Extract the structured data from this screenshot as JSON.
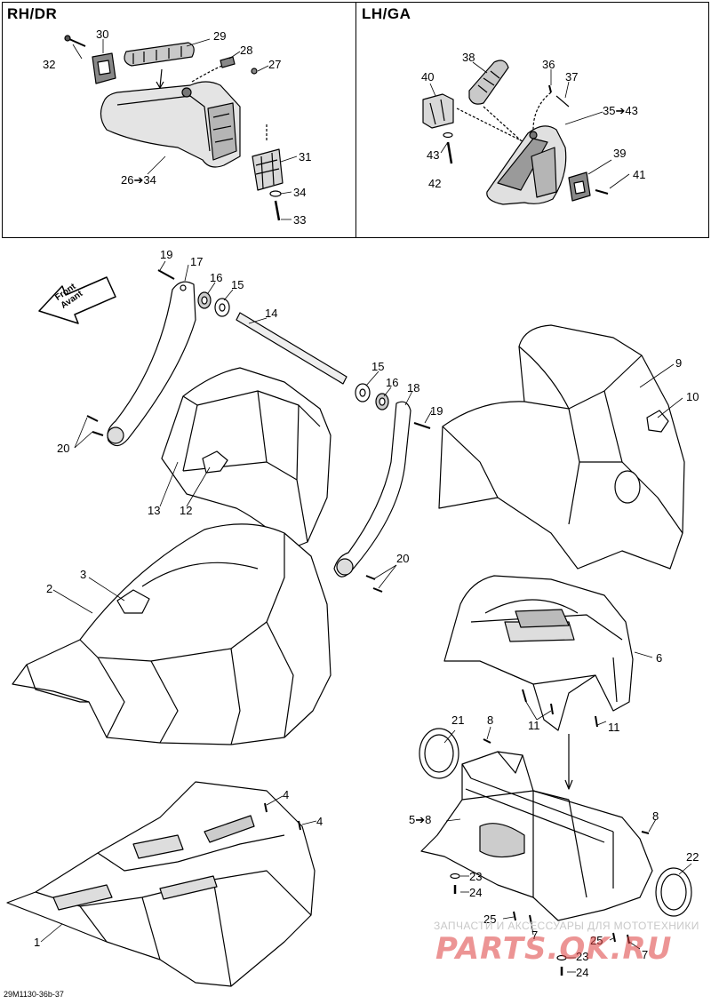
{
  "panels": {
    "rh": {
      "title": "RH/DR"
    },
    "lh": {
      "title": "LH/GA"
    }
  },
  "front_label": {
    "line1": "Front",
    "line2": "Avant"
  },
  "diagram_code": "29M1130-36b-37",
  "watermark": {
    "text": "ЗАПЧАСТИ И АКСЕССУАРЫ ДЛЯ МОТОТЕХНИКИ",
    "brand": "PARTS.OK.RU"
  },
  "callouts": [
    {
      "id": "30",
      "text": "30"
    },
    {
      "id": "29",
      "text": "29"
    },
    {
      "id": "32",
      "text": "32"
    },
    {
      "id": "28",
      "text": "28"
    },
    {
      "id": "27",
      "text": "27"
    },
    {
      "id": "31",
      "text": "31"
    },
    {
      "id": "26_34",
      "text": "26➔34"
    },
    {
      "id": "34",
      "text": "34"
    },
    {
      "id": "33",
      "text": "33"
    },
    {
      "id": "38",
      "text": "38"
    },
    {
      "id": "36",
      "text": "36"
    },
    {
      "id": "37",
      "text": "37"
    },
    {
      "id": "40",
      "text": "40"
    },
    {
      "id": "35_43",
      "text": "35➔43"
    },
    {
      "id": "43",
      "text": "43"
    },
    {
      "id": "39",
      "text": "39"
    },
    {
      "id": "41",
      "text": "41"
    },
    {
      "id": "42",
      "text": "42"
    },
    {
      "id": "19a",
      "text": "19"
    },
    {
      "id": "17",
      "text": "17"
    },
    {
      "id": "16a",
      "text": "16"
    },
    {
      "id": "15a",
      "text": "15"
    },
    {
      "id": "14",
      "text": "14"
    },
    {
      "id": "15b",
      "text": "15"
    },
    {
      "id": "16b",
      "text": "16"
    },
    {
      "id": "18",
      "text": "18"
    },
    {
      "id": "19b",
      "text": "19"
    },
    {
      "id": "20a",
      "text": "20"
    },
    {
      "id": "13",
      "text": "13"
    },
    {
      "id": "12",
      "text": "12"
    },
    {
      "id": "9",
      "text": "9"
    },
    {
      "id": "10",
      "text": "10"
    },
    {
      "id": "20b",
      "text": "20"
    },
    {
      "id": "3",
      "text": "3"
    },
    {
      "id": "2",
      "text": "2"
    },
    {
      "id": "6",
      "text": "6"
    },
    {
      "id": "11a",
      "text": "11"
    },
    {
      "id": "11b",
      "text": "11"
    },
    {
      "id": "21",
      "text": "21"
    },
    {
      "id": "8a",
      "text": "8"
    },
    {
      "id": "4a",
      "text": "4"
    },
    {
      "id": "4b",
      "text": "4"
    },
    {
      "id": "5_8",
      "text": "5➔8"
    },
    {
      "id": "8b",
      "text": "8"
    },
    {
      "id": "22",
      "text": "22"
    },
    {
      "id": "23a",
      "text": "23"
    },
    {
      "id": "24a",
      "text": "24"
    },
    {
      "id": "25a",
      "text": "25"
    },
    {
      "id": "7a",
      "text": "7"
    },
    {
      "id": "25b",
      "text": "25"
    },
    {
      "id": "7b",
      "text": "7"
    },
    {
      "id": "23b",
      "text": "23"
    },
    {
      "id": "24b",
      "text": "24"
    },
    {
      "id": "1",
      "text": "1"
    }
  ]
}
